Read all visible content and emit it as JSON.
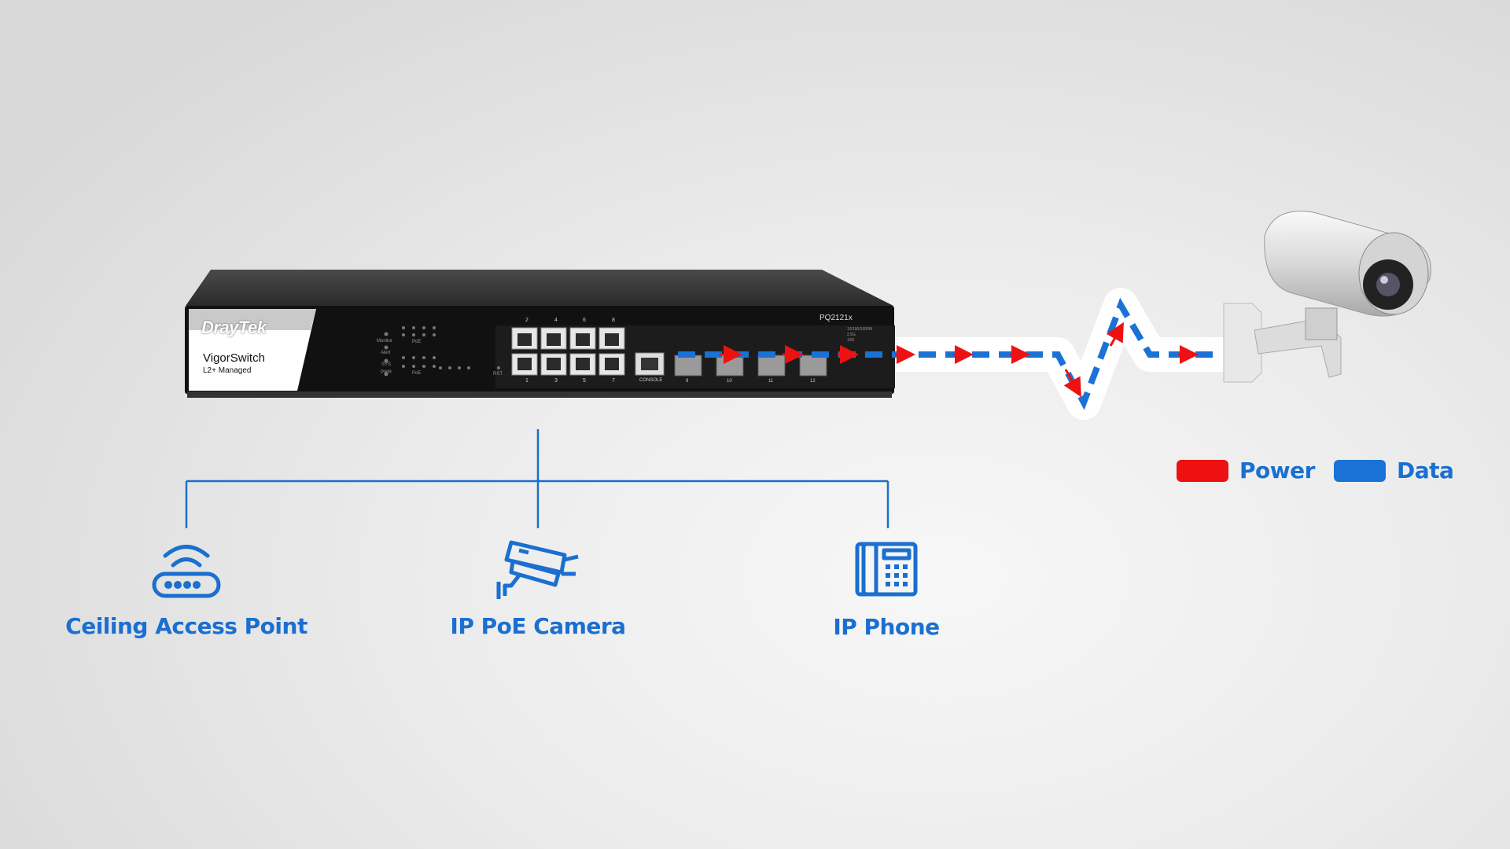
{
  "switch": {
    "brand": "DrayTek",
    "product": "VigorSwitch",
    "subtitle": "L2+ Managed",
    "model": "PQ2121x",
    "led_labels": [
      "Monitor",
      "Alert",
      "SYS",
      "PWR"
    ],
    "poe_label": "PoE",
    "port_numbers_top": [
      "2",
      "4",
      "6",
      "8"
    ],
    "port_numbers_bottom": [
      "1",
      "3",
      "5",
      "7"
    ],
    "sfp_numbers": [
      "9",
      "10",
      "11",
      "12"
    ],
    "console_label": "CONSOLE",
    "rst_label": "RST",
    "speed_labels": [
      "10/100/1000M",
      "2.5G",
      "10G"
    ]
  },
  "devices": [
    {
      "label": "Ceiling Access Point",
      "icon": "router-wifi-icon"
    },
    {
      "label": "IP PoE Camera",
      "icon": "security-camera-icon"
    },
    {
      "label": "IP Phone",
      "icon": "desk-phone-icon"
    }
  ],
  "legend": {
    "power_label": "Power",
    "data_label": "Data"
  },
  "colors": {
    "accent": "#1a6fd0",
    "power": "#ee1111",
    "data": "#1a72d6"
  }
}
